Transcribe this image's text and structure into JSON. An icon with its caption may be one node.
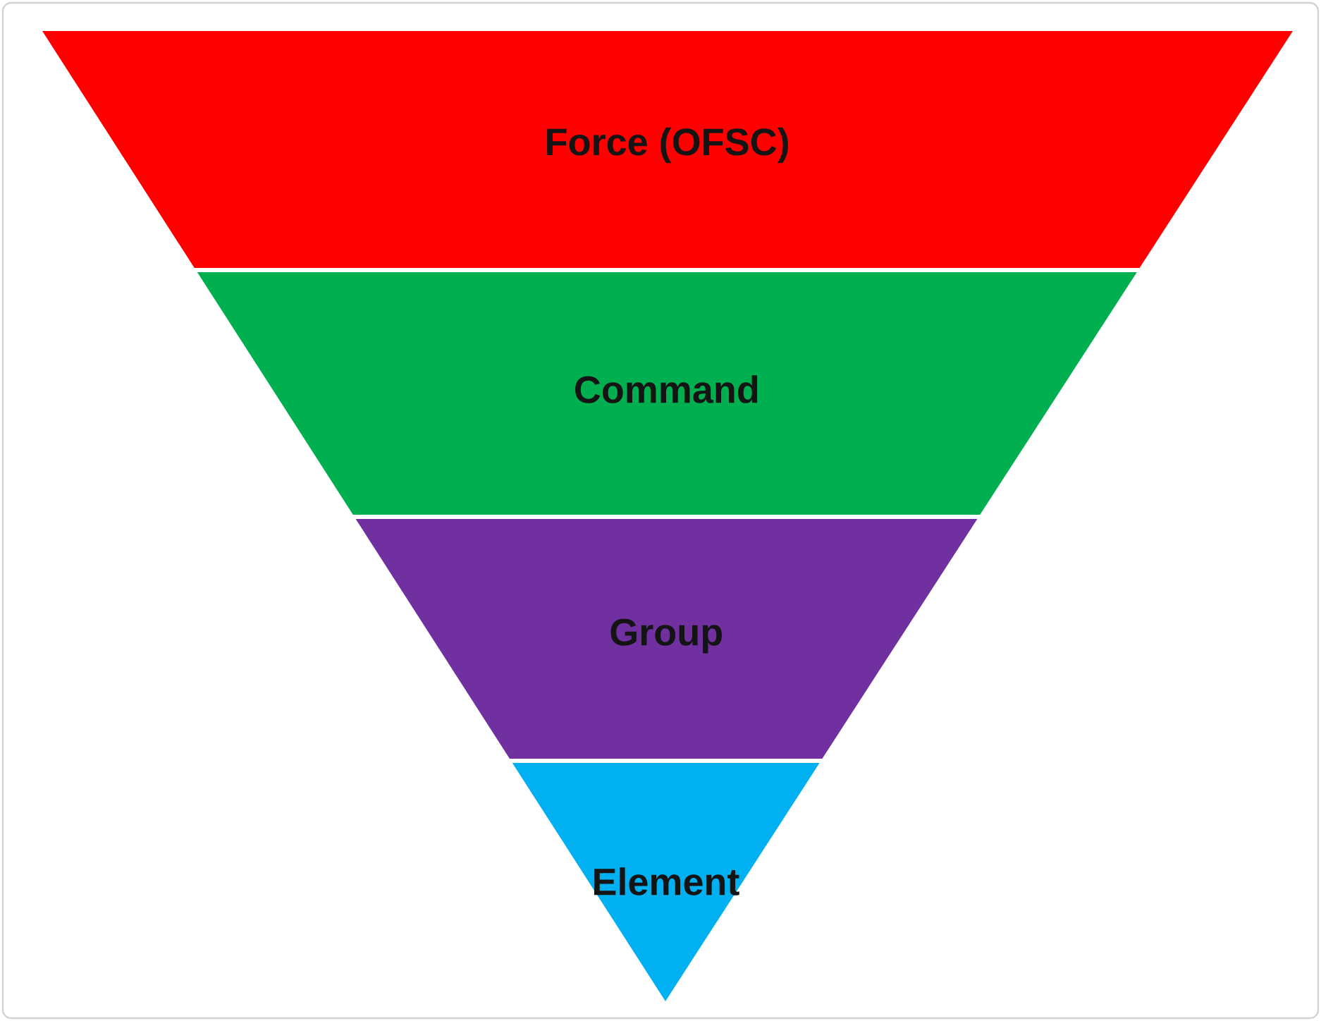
{
  "diagram": {
    "nodes": [
      {
        "text": [
          "Force (OFSC)"
        ]
      },
      {
        "text": [
          "Command"
        ]
      },
      {
        "text": [
          "Group"
        ]
      },
      {
        "text": [
          "Element"
        ]
      }
    ]
  }
}
